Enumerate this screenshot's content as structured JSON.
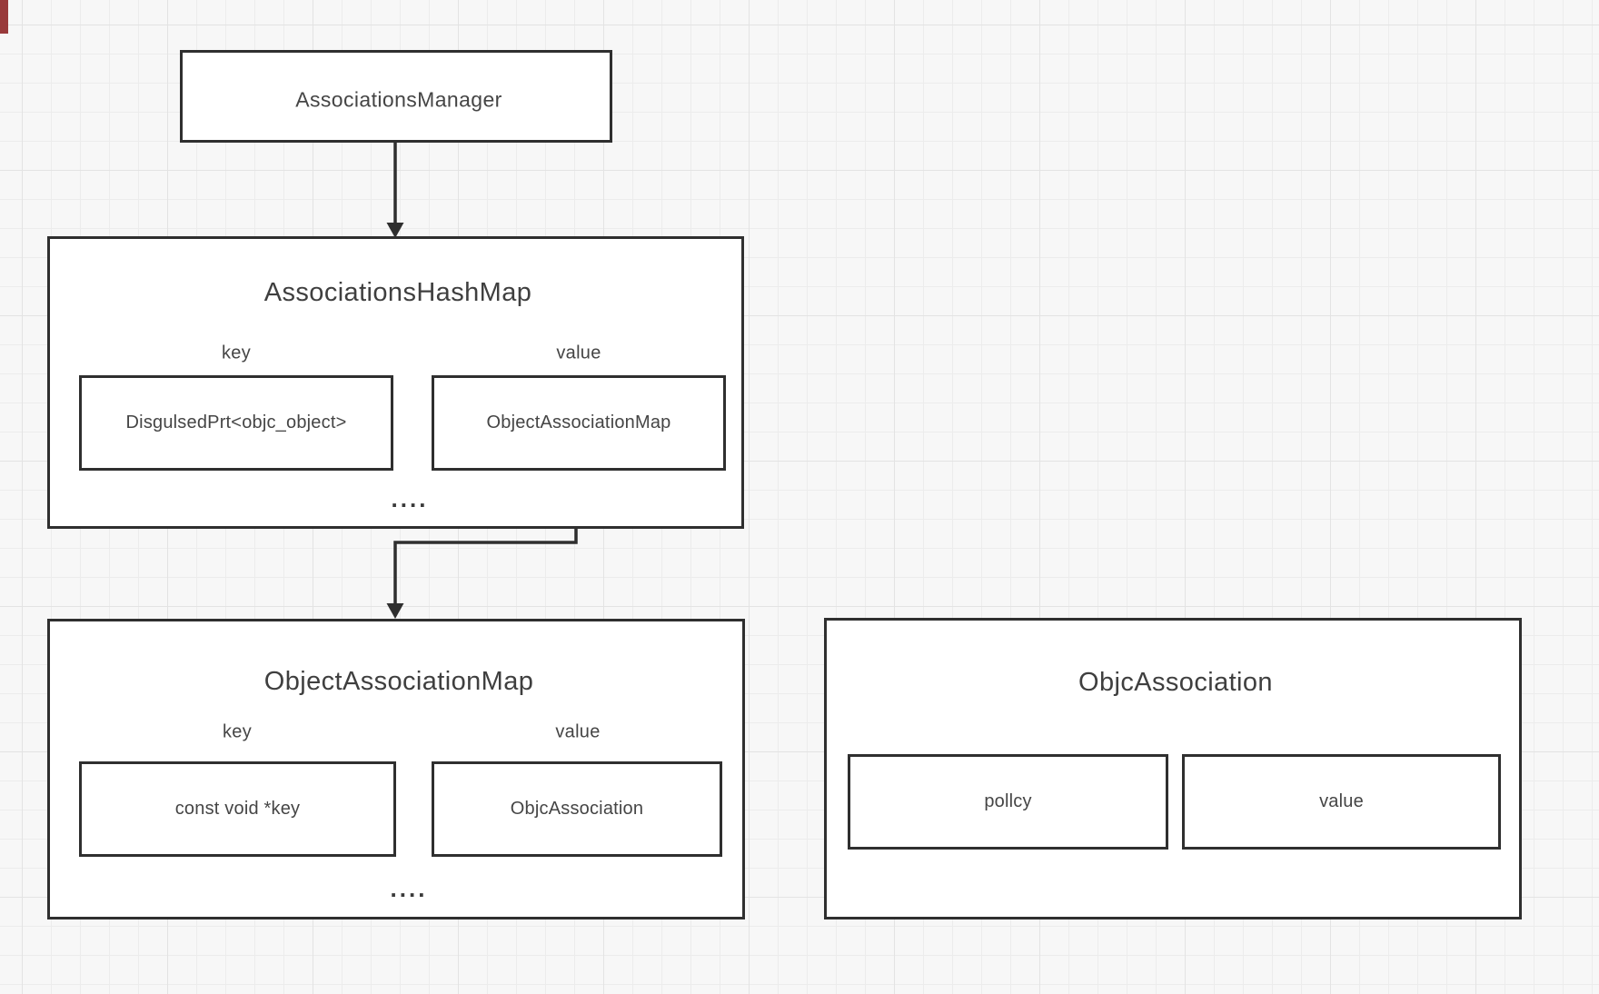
{
  "colors": {
    "background": "#f7f7f7",
    "grid_minor": "#ececec",
    "grid_major": "#e3e3e3",
    "node_fill": "#ffffff",
    "stroke": "#2f2f2f",
    "text": "#454545",
    "accent_fragment": "#993a3b"
  },
  "nodes": {
    "manager": {
      "title": "AssociationsManager"
    },
    "hashmap": {
      "title": "AssociationsHashMap",
      "key_label": "key",
      "value_label": "value",
      "key_item": "DisgulsedPrt<objc_object>",
      "value_item": "ObjectAssociationMap",
      "ellipsis": "...."
    },
    "objmap": {
      "title": "ObjectAssociationMap",
      "key_label": "key",
      "value_label": "value",
      "key_item": "const void *key",
      "value_item": "ObjcAssociation",
      "ellipsis": "...."
    },
    "association": {
      "title": "ObjcAssociation",
      "policy_item": "pollcy",
      "value_item": "value"
    }
  }
}
